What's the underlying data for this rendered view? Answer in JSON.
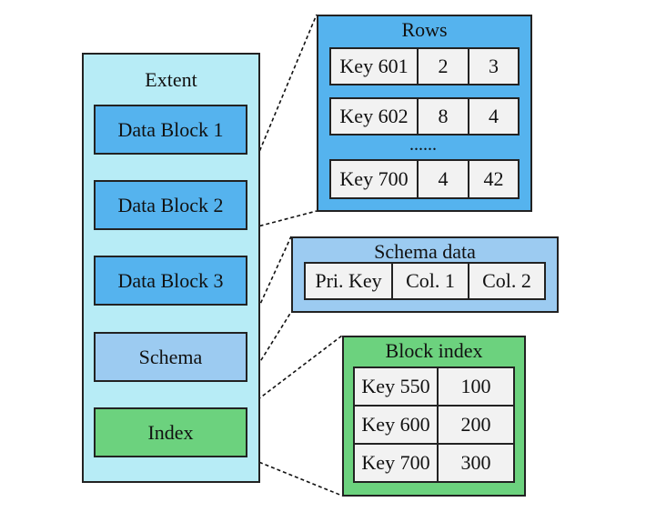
{
  "extent": {
    "title": "Extent",
    "blocks": [
      "Data Block 1",
      "Data Block 2",
      "Data Block 3"
    ],
    "schema_label": "Schema",
    "index_label": "Index"
  },
  "rows_panel": {
    "title": "Rows",
    "rows": [
      [
        "Key 601",
        "2",
        "3"
      ],
      [
        "Key 602",
        "8",
        "4"
      ],
      [
        "Key 700",
        "4",
        "42"
      ]
    ],
    "ellipsis": "......"
  },
  "schema_panel": {
    "title": "Schema data",
    "cells": [
      "Pri. Key",
      "Col. 1",
      "Col. 2"
    ]
  },
  "index_panel": {
    "title": "Block index",
    "rows": [
      [
        "Key 550",
        "100"
      ],
      [
        "Key 600",
        "200"
      ],
      [
        "Key 700",
        "300"
      ]
    ]
  },
  "colors": {
    "extent_bg": "#b7ecf6",
    "data_block": "#55b3ee",
    "schema": "#9ccbf1",
    "index": "#6cd27e",
    "cell": "#f2f2f2"
  }
}
